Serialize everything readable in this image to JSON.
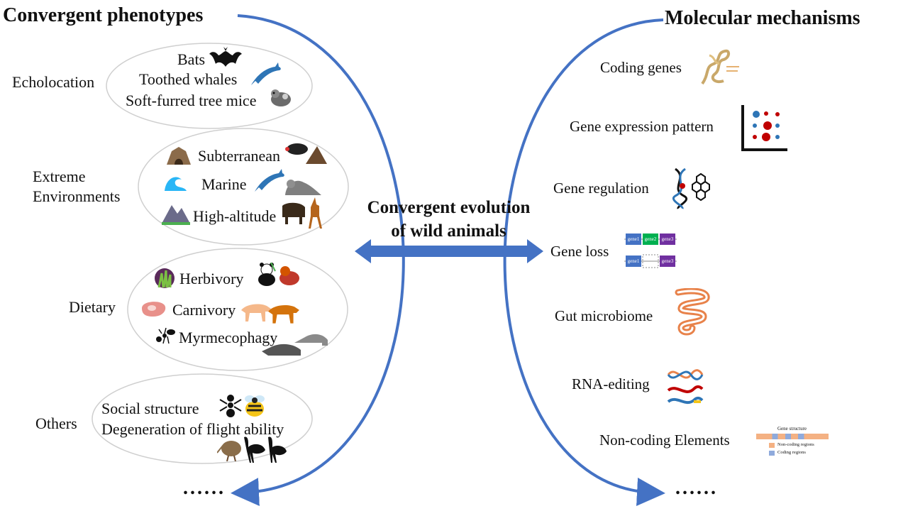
{
  "left": {
    "heading": "Convergent phenotypes",
    "groups": [
      {
        "category": "Echolocation",
        "items": [
          "Bats",
          "Toothed whales",
          "Soft-furred tree mice"
        ]
      },
      {
        "category_lines": [
          "Extreme",
          "Environments"
        ],
        "items": [
          "Subterranean",
          "Marine",
          "High-altitude"
        ]
      },
      {
        "category": "Dietary",
        "items": [
          "Herbivory",
          "Carnivory",
          "Myrmecophagy"
        ]
      },
      {
        "category": "Others",
        "items": [
          "Social structure",
          "Degeneration of flight ability"
        ]
      }
    ],
    "more": "......"
  },
  "center": {
    "lines": [
      "Convergent evolution",
      "of wild animals"
    ]
  },
  "right": {
    "heading": "Molecular mechanisms",
    "items": [
      "Coding genes",
      "Gene expression pattern",
      "Gene regulation",
      "Gene loss",
      "Gut microbiome",
      "RNA-editing",
      "Non-coding Elements"
    ],
    "gene_labels": [
      "gene1",
      "gene2",
      "gene3",
      "gene1",
      "gene3"
    ],
    "gene_structure": {
      "title": "Gene structure",
      "legend": [
        "Non-coding regions",
        "Coding regions"
      ]
    },
    "more": "......"
  },
  "colors": {
    "arrow": "#4472C4",
    "ellipse": "#D0D0D0"
  }
}
